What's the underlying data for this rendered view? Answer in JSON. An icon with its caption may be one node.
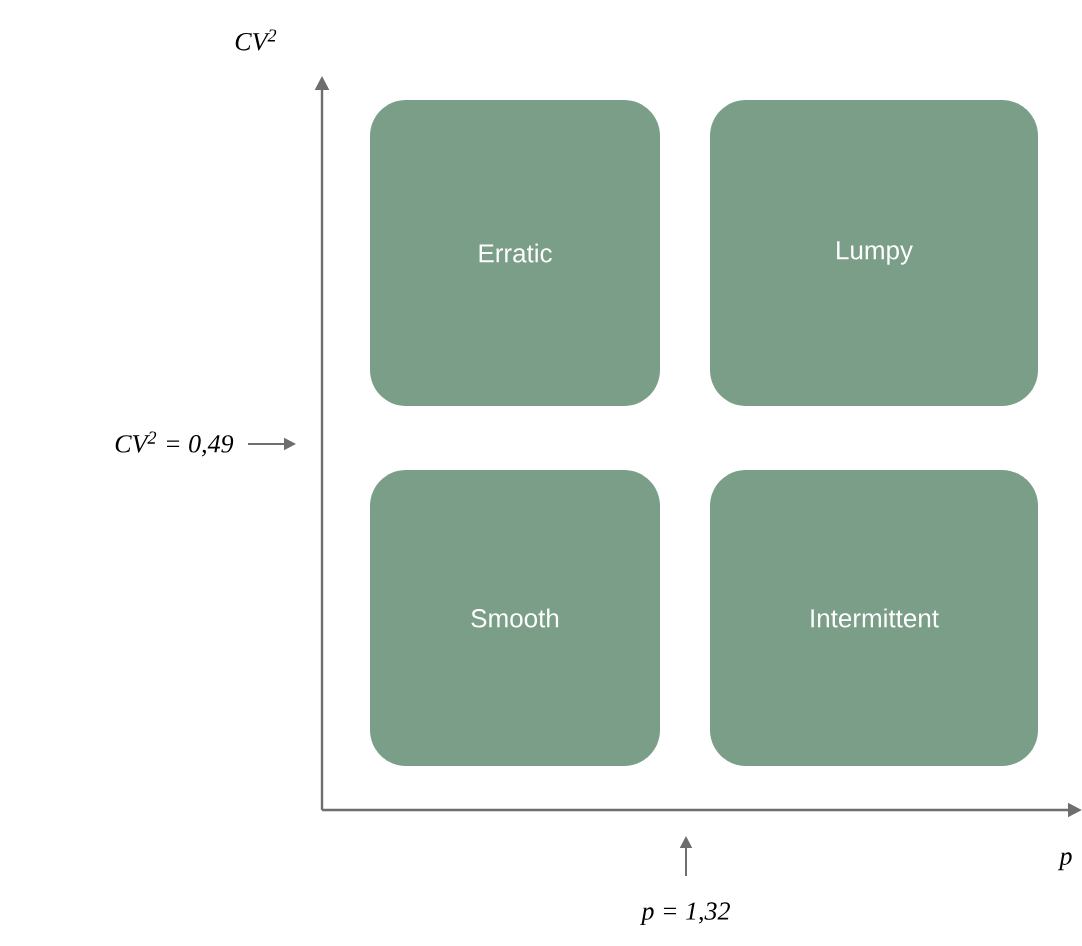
{
  "diagram": {
    "nodes": [
      {
        "text": [
          "Erratic"
        ]
      },
      {
        "text": [
          "Lumpy"
        ]
      },
      {
        "text": [
          "Smooth"
        ]
      },
      {
        "text": [
          "Intermittent"
        ]
      }
    ],
    "labels": [
      "CV$^{2}$",
      "CV$^{2}$ = 0,49",
      "p = 1,32",
      "p"
    ]
  }
}
